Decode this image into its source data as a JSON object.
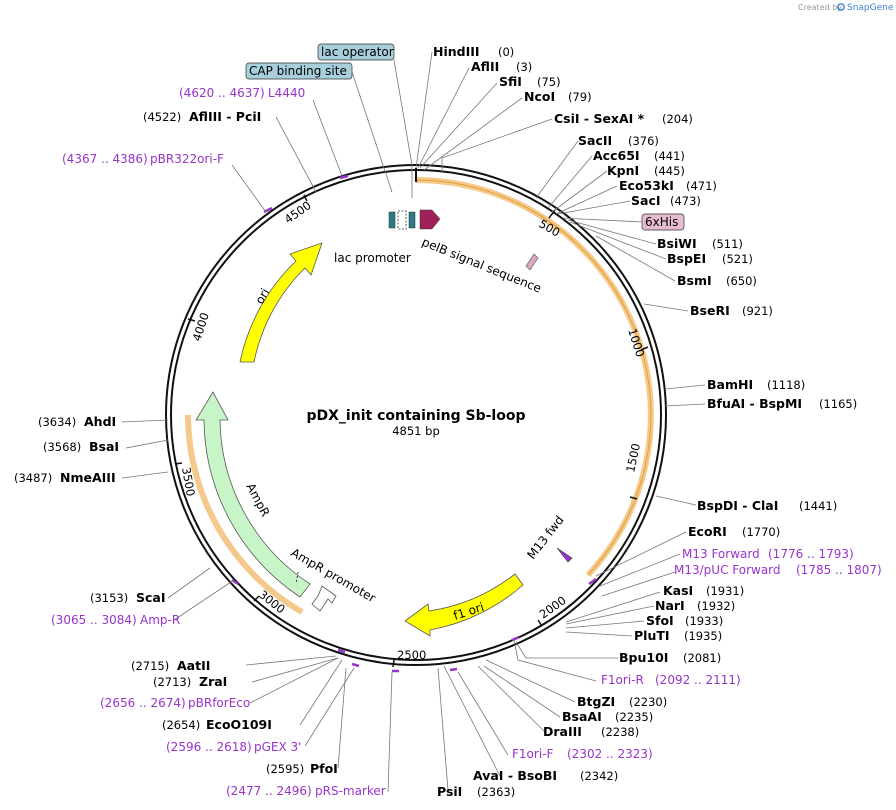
{
  "brand": {
    "prefix": "Created by",
    "name": "SnapGene"
  },
  "plasmid": {
    "name": "pDX_init containing Sb-loop",
    "length_label": "4851 bp"
  },
  "colors": {
    "primer": "#9933cc",
    "yellow_feature": "#ffff00",
    "ampr": "#c8f5c8",
    "pelb": "#a0205a",
    "lacop": "#a8d0dc",
    "sixhis": "#e8bcd0",
    "highlight": "#f5c88c"
  },
  "ticks": [
    {
      "label": "500"
    },
    {
      "label": "1000"
    },
    {
      "label": "1500"
    },
    {
      "label": "2000"
    },
    {
      "label": "2500"
    },
    {
      "label": "3000"
    },
    {
      "label": "3500"
    },
    {
      "label": "4000"
    },
    {
      "label": "4500"
    }
  ],
  "features": [
    {
      "label": "lac promoter",
      "icon": "promoter-arrow"
    },
    {
      "label": "pelB signal sequence",
      "icon": "signal-arrow"
    },
    {
      "label": "ori",
      "icon": "ori-arrow"
    },
    {
      "label": "AmpR",
      "icon": "cds-arrow"
    },
    {
      "label": "AmpR promoter",
      "icon": "promoter-arrow"
    },
    {
      "label": "f1 ori",
      "icon": "ori-arrow"
    },
    {
      "label": "M13 fwd",
      "icon": "primer-arrow"
    }
  ],
  "boxed": [
    {
      "label": "lac operator"
    },
    {
      "label": "CAP binding site"
    },
    {
      "label": "6xHis"
    }
  ],
  "sites": [
    {
      "name": "HindIII",
      "pos": "(0)"
    },
    {
      "name": "AflII",
      "pos": "(3)"
    },
    {
      "name": "SfiI",
      "pos": "(75)"
    },
    {
      "name": "NcoI",
      "pos": "(79)"
    },
    {
      "name": "CsiI  -  SexAI *",
      "pos": "(204)"
    },
    {
      "name": "SacII",
      "pos": "(376)"
    },
    {
      "name": "Acc65I",
      "pos": "(441)"
    },
    {
      "name": "KpnI",
      "pos": "(445)"
    },
    {
      "name": "Eco53kI",
      "pos": "(471)"
    },
    {
      "name": "SacI",
      "pos": "(473)"
    },
    {
      "name": "BsiWI",
      "pos": "(511)"
    },
    {
      "name": "BspEI",
      "pos": "(521)"
    },
    {
      "name": "BsmI",
      "pos": "(650)"
    },
    {
      "name": "BseRI",
      "pos": "(921)"
    },
    {
      "name": "BamHI",
      "pos": "(1118)"
    },
    {
      "name": "BfuAI  -  BspMI",
      "pos": "(1165)"
    },
    {
      "name": "BspDI  -  ClaI",
      "pos": "(1441)"
    },
    {
      "name": "EcoRI",
      "pos": "(1770)"
    },
    {
      "name": "KasI",
      "pos": "(1931)"
    },
    {
      "name": "NarI",
      "pos": "(1932)"
    },
    {
      "name": "SfoI",
      "pos": "(1933)"
    },
    {
      "name": "PluTI",
      "pos": "(1935)"
    },
    {
      "name": "Bpu10I",
      "pos": "(2081)"
    },
    {
      "name": "BtgZI",
      "pos": "(2230)"
    },
    {
      "name": "BsaAI",
      "pos": "(2235)"
    },
    {
      "name": "DraIII",
      "pos": "(2238)"
    },
    {
      "name": "AvaI  -  BsoBI",
      "pos": "(2342)"
    },
    {
      "name": "PsiI",
      "pos": "(2363)"
    },
    {
      "name": "PfoI",
      "pos": "(2595)"
    },
    {
      "name": "EcoO109I",
      "pos": "(2654)"
    },
    {
      "name": "ZraI",
      "pos": "(2713)"
    },
    {
      "name": "AatII",
      "pos": "(2715)"
    },
    {
      "name": "ScaI",
      "pos": "(3153)"
    },
    {
      "name": "NmeAIII",
      "pos": "(3487)"
    },
    {
      "name": "BsaI",
      "pos": "(3568)"
    },
    {
      "name": "AhdI",
      "pos": "(3634)"
    },
    {
      "name": "AflIII  -  PciI",
      "pos": "(4522)"
    }
  ],
  "primers": [
    {
      "name": "L4440",
      "range": "(4620 .. 4637)"
    },
    {
      "name": "pBR322ori-F",
      "range": "(4367 .. 4386)"
    },
    {
      "name": "M13 Forward",
      "range": "(1776 .. 1793)"
    },
    {
      "name": "M13/pUC Forward",
      "range": "(1785 .. 1807)"
    },
    {
      "name": "F1ori-R",
      "range": "(2092 .. 2111)"
    },
    {
      "name": "F1ori-F",
      "range": "(2302 .. 2323)"
    },
    {
      "name": "pRS-marker",
      "range": "(2477 .. 2496)"
    },
    {
      "name": "pGEX 3'",
      "range": "(2596 .. 2618)"
    },
    {
      "name": "pBRforEco",
      "range": "(2656 .. 2674)"
    },
    {
      "name": "Amp-R",
      "range": "(3065 .. 3084)"
    }
  ]
}
